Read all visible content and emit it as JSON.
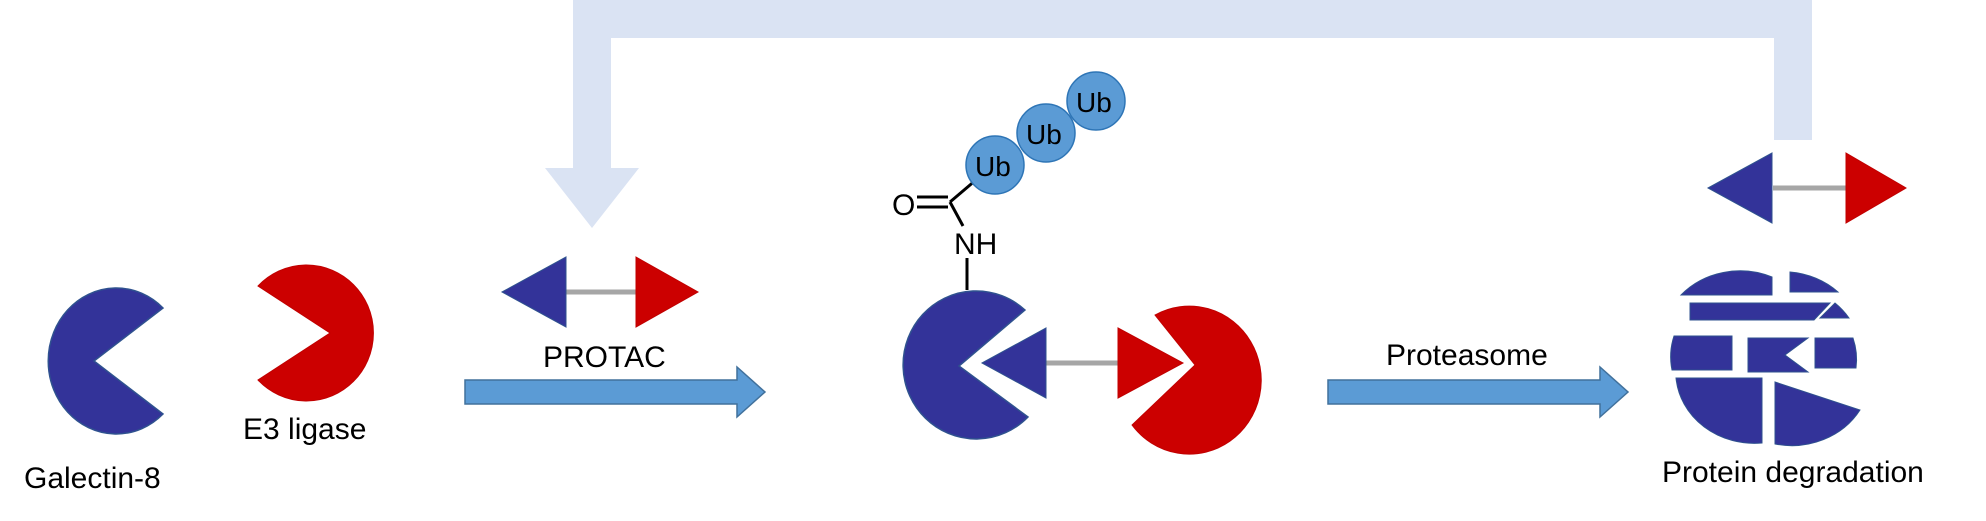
{
  "labels": {
    "galectin": "Galectin-8",
    "e3": "E3 ligase",
    "protac": "PROTAC",
    "proteasome": "Proteasome",
    "degradation": "Protein degradation",
    "oxygen": "O",
    "nh": "NH",
    "ub1": "Ub",
    "ub2": "Ub",
    "ub3": "Ub"
  },
  "colors": {
    "protein": "#333399",
    "ligase": "#cc0000",
    "arrow": "#5b9bd5",
    "arrow_stroke": "#41719c",
    "recycle": "#dae3f3",
    "linker": "#a6a6a6",
    "ub_fill": "#5b9bd5",
    "ub_stroke": "#2e75b6"
  }
}
